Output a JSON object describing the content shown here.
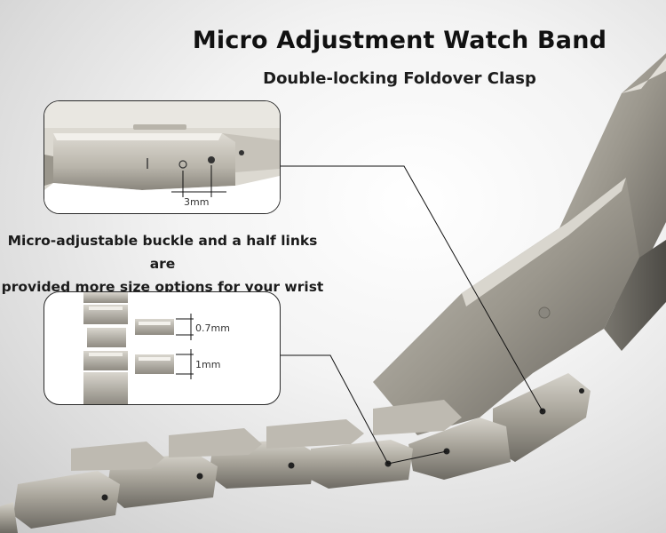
{
  "title": "Micro Adjustment Watch Band",
  "subtitle": "Double-locking Foldover Clasp",
  "caption_line1": "Micro-adjustable buckle and a half links are",
  "caption_line2": "provided more size options for your wrist",
  "inset_clasp": {
    "measure_label": "3mm"
  },
  "inset_links": {
    "measure_top": "0.7mm",
    "measure_bottom": "1mm"
  },
  "colors": {
    "metal": "#9a968c",
    "metal_dark": "#5e5b55",
    "metal_light": "#cfccc4",
    "text": "#111111"
  }
}
